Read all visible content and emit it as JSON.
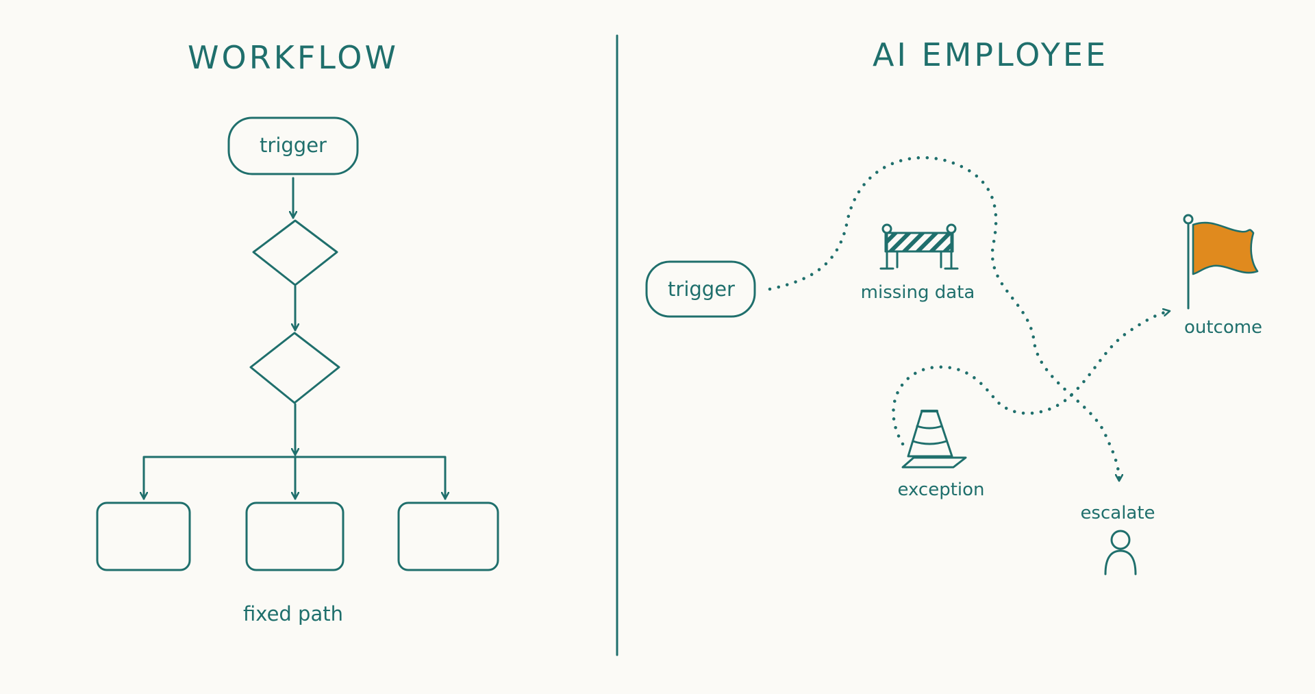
{
  "colors": {
    "background": "#fbfaf6",
    "ink": "#1f6f6c",
    "flag": "#e08a1e"
  },
  "left": {
    "title": "WORKFLOW",
    "trigger_label": "trigger",
    "caption": "fixed path"
  },
  "right": {
    "title": "AI EMPLOYEE",
    "trigger_label": "trigger",
    "obstacles": {
      "missing_data": "missing data",
      "exception": "exception"
    },
    "escalate_label": "escalate",
    "outcome_label": "outcome"
  },
  "icons": {
    "barrier": "barrier-icon",
    "traffic_cone": "traffic-cone-icon",
    "person": "person-icon",
    "flag": "flag-icon"
  }
}
